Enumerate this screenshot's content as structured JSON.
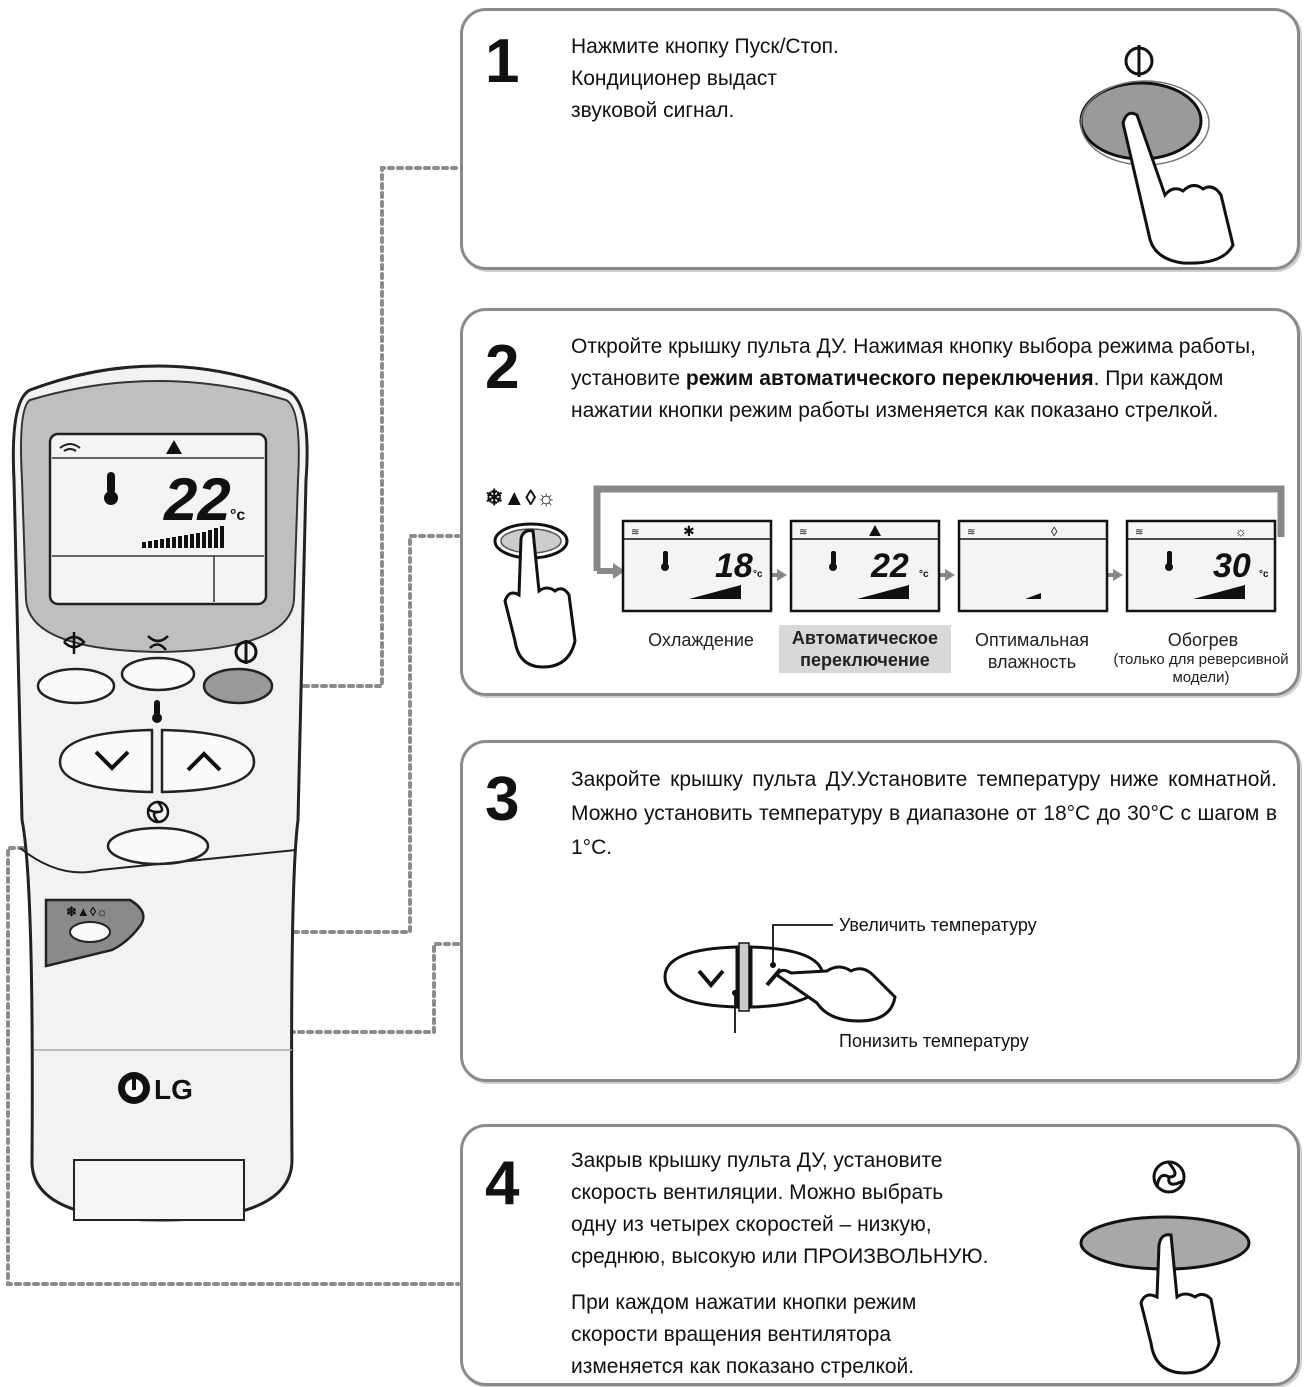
{
  "steps": [
    {
      "number": "1",
      "text": "Нажмите кнопку Пуск/Стоп.\nКондиционер выдаст\nзвуковой сигнал."
    },
    {
      "number": "2",
      "text_parts": [
        "Откройте крышку пульта ДУ. Нажимая кнопку выбора режима работы, установите ",
        "режим автоматического переключения",
        ". При каждом нажатии кнопки режим работы изменяется как показано стрелкой."
      ],
      "modes": [
        {
          "label": "Охлаждение",
          "temp": "18",
          "unit": "°c",
          "icon": "snowflake-icon"
        },
        {
          "label": "Автоматическое переключение",
          "temp": "22",
          "unit": "°c",
          "icon": "auto-mode-icon",
          "highlight": true
        },
        {
          "label": "Оптимальная влажность",
          "temp": "",
          "unit": "",
          "icon": "droplet-icon"
        },
        {
          "label": "Обогрев",
          "sub": "(только для реверсивной модели)",
          "temp": "30",
          "unit": "°c",
          "icon": "sun-icon"
        }
      ]
    },
    {
      "number": "3",
      "text": "Закройте крышку пульта ДУ.Установите температуру ниже комнатной. Можно установить температуру в диапазоне от 18°C до 30°C с шагом в 1°C.",
      "callout_up": "Увеличить температуру",
      "callout_down": "Понизить температуру"
    },
    {
      "number": "4",
      "text_a": "Закрыв крышку пульта ДУ, установите\nскорость вентиляции. Можно выбрать\nодну из четырех скоростей – низкую,\nсреднюю, высокую или ПРОИЗВОЛЬНУЮ.",
      "text_b": "При каждом нажатии кнопки режим\nскорости вращения вентилятора\nизменяется как показано стрелкой."
    }
  ],
  "remote": {
    "lcd_temp": "22",
    "lcd_unit": "°c",
    "brand": "LG"
  }
}
